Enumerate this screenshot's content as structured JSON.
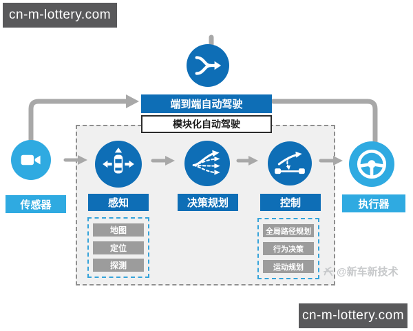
{
  "watermarks": {
    "top_left": "cn-m-lottery.com",
    "bottom_right": "cn-m-lottery.com",
    "credit_text": "@新车新技术"
  },
  "banners": {
    "end_to_end": "端到端自动驾驶",
    "modular": "模块化自动驾驶"
  },
  "nodes": {
    "end_to_end_node": {
      "icon": "merging-paths-icon"
    },
    "sensor": {
      "label": "传感器",
      "icon": "video-camera-icon"
    },
    "perception": {
      "label": "感知",
      "icon": "car-direction-arrows-icon"
    },
    "decision_planning": {
      "label": "决策规划",
      "icon": "diverging-paths-icon"
    },
    "control": {
      "label": "控制",
      "icon": "vehicle-trajectory-icon"
    },
    "actuator": {
      "label": "执行器",
      "icon": "steering-wheel-icon"
    }
  },
  "perception_submodules": [
    "地图",
    "定位",
    "探测"
  ],
  "control_submodules": [
    "全局路径规划",
    "行为决策",
    "运动规划"
  ],
  "colors": {
    "dark_blue": "#0E6EB6",
    "light_blue": "#2FAAE1",
    "submodule_gray": "#9C9C9C",
    "arrow_gray": "#A8A8A8",
    "watermark_bg": "#59595B",
    "panel_bg": "#F0F0F0"
  }
}
